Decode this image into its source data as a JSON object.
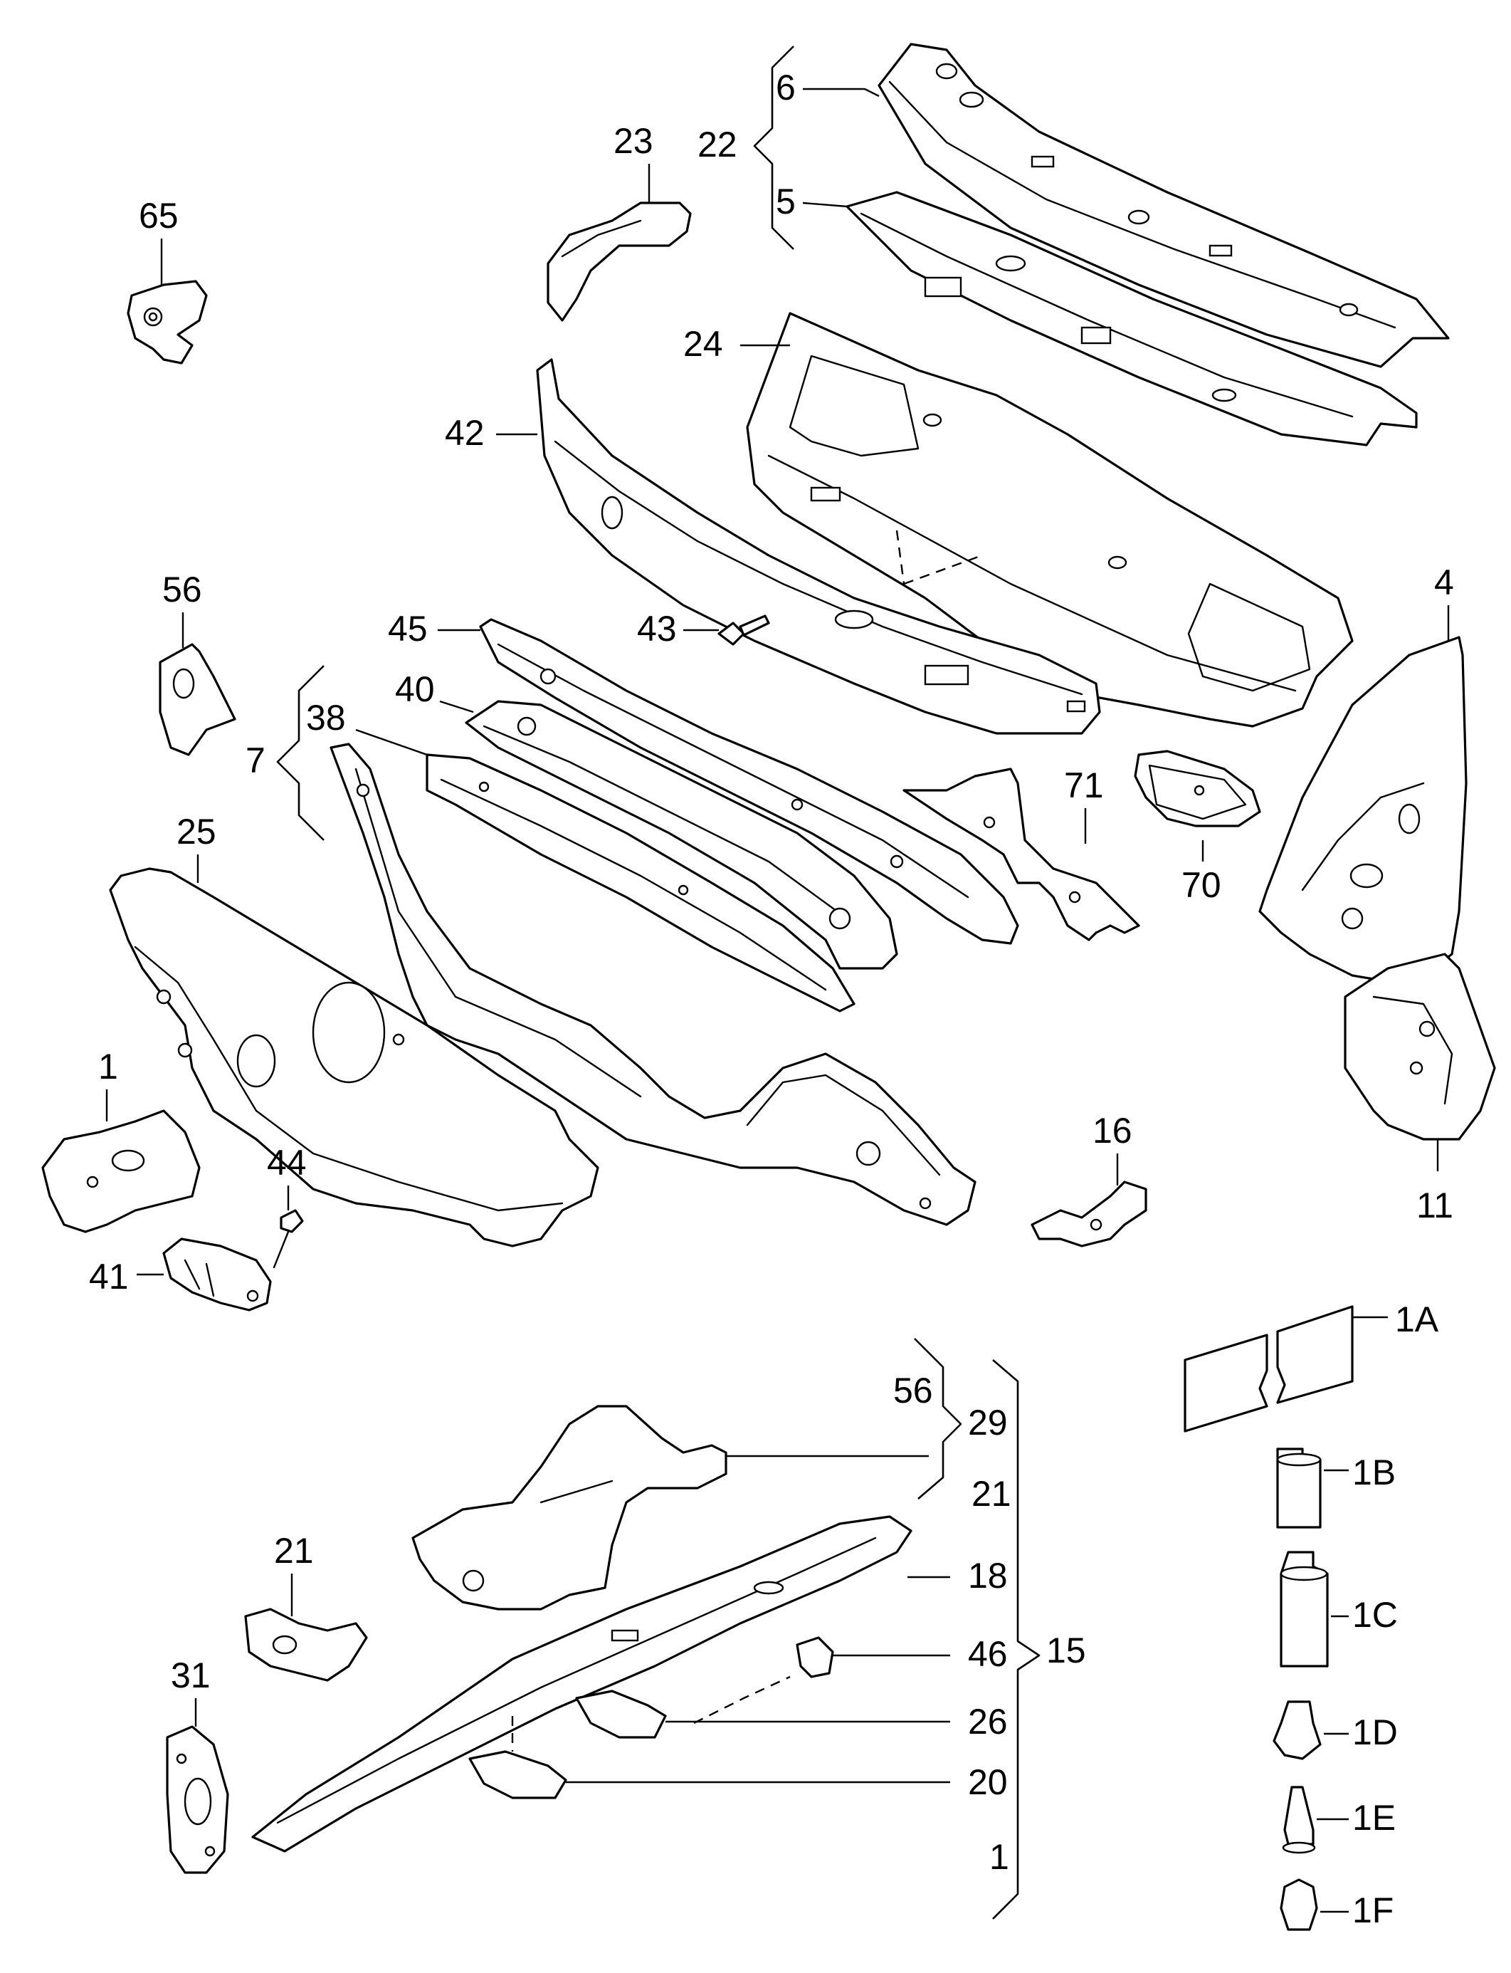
{
  "callouts": [
    {
      "id": "c6",
      "label": "6"
    },
    {
      "id": "c22",
      "label": "22"
    },
    {
      "id": "c5",
      "label": "5"
    },
    {
      "id": "c23",
      "label": "23"
    },
    {
      "id": "c65",
      "label": "65"
    },
    {
      "id": "c24",
      "label": "24"
    },
    {
      "id": "c42",
      "label": "42"
    },
    {
      "id": "c43",
      "label": "43"
    },
    {
      "id": "c56a",
      "label": "56"
    },
    {
      "id": "c45",
      "label": "45"
    },
    {
      "id": "c40",
      "label": "40"
    },
    {
      "id": "c38",
      "label": "38"
    },
    {
      "id": "c7",
      "label": "7"
    },
    {
      "id": "c4",
      "label": "4"
    },
    {
      "id": "c71",
      "label": "71"
    },
    {
      "id": "c70",
      "label": "70"
    },
    {
      "id": "c25",
      "label": "25"
    },
    {
      "id": "c1a",
      "label": "1"
    },
    {
      "id": "c44",
      "label": "44"
    },
    {
      "id": "c41",
      "label": "41"
    },
    {
      "id": "c16",
      "label": "16"
    },
    {
      "id": "c11",
      "label": "11"
    },
    {
      "id": "c1A",
      "label": "1A"
    },
    {
      "id": "c56b",
      "label": "56"
    },
    {
      "id": "c29",
      "label": "29"
    },
    {
      "id": "c21a",
      "label": "21"
    },
    {
      "id": "c21b",
      "label": "21"
    },
    {
      "id": "c18",
      "label": "18"
    },
    {
      "id": "c46",
      "label": "46"
    },
    {
      "id": "c15",
      "label": "15"
    },
    {
      "id": "c26",
      "label": "26"
    },
    {
      "id": "c20",
      "label": "20"
    },
    {
      "id": "c1b",
      "label": "1"
    },
    {
      "id": "c31",
      "label": "31"
    },
    {
      "id": "c1B",
      "label": "1B"
    },
    {
      "id": "c1C",
      "label": "1C"
    },
    {
      "id": "c1D",
      "label": "1D"
    },
    {
      "id": "c1E",
      "label": "1E"
    },
    {
      "id": "c1F",
      "label": "1F"
    }
  ]
}
